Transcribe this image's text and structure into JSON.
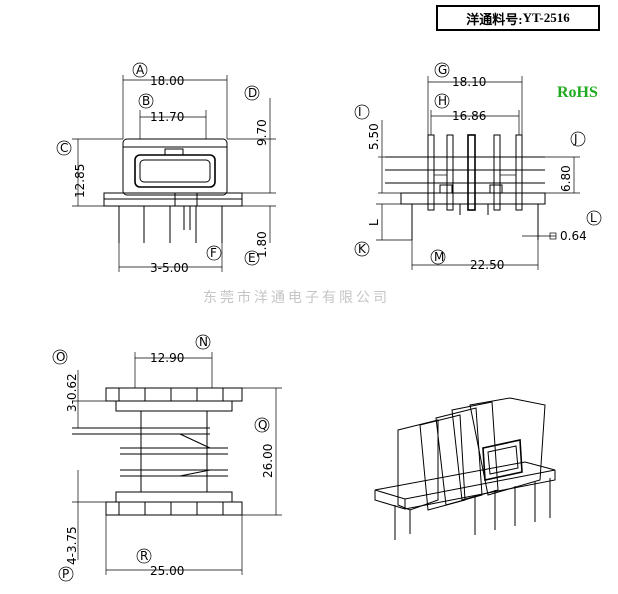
{
  "header": {
    "part_number_label": "洋通料号:",
    "part_number": "YT-2516"
  },
  "badge": {
    "rohs": "RoHS"
  },
  "watermark": {
    "company": "东莞市洋通电子有限公司"
  },
  "dimensions": {
    "A": "18.00",
    "B": "11.70",
    "C": "12.85",
    "D": "9.70",
    "E": "1.80",
    "F": "3-5.00",
    "G": "18.10",
    "H": "16.86",
    "I": "5.50",
    "J": "6.80",
    "K": "L",
    "L": "0.64",
    "M": "22.50",
    "N": "12.90",
    "O": "3-0.62",
    "P": "4-3.75",
    "Q": "26.00",
    "R": "25.00"
  },
  "callouts": [
    "A",
    "B",
    "C",
    "D",
    "E",
    "F",
    "G",
    "H",
    "I",
    "J",
    "K",
    "L",
    "M",
    "N",
    "O",
    "P",
    "Q",
    "R"
  ]
}
